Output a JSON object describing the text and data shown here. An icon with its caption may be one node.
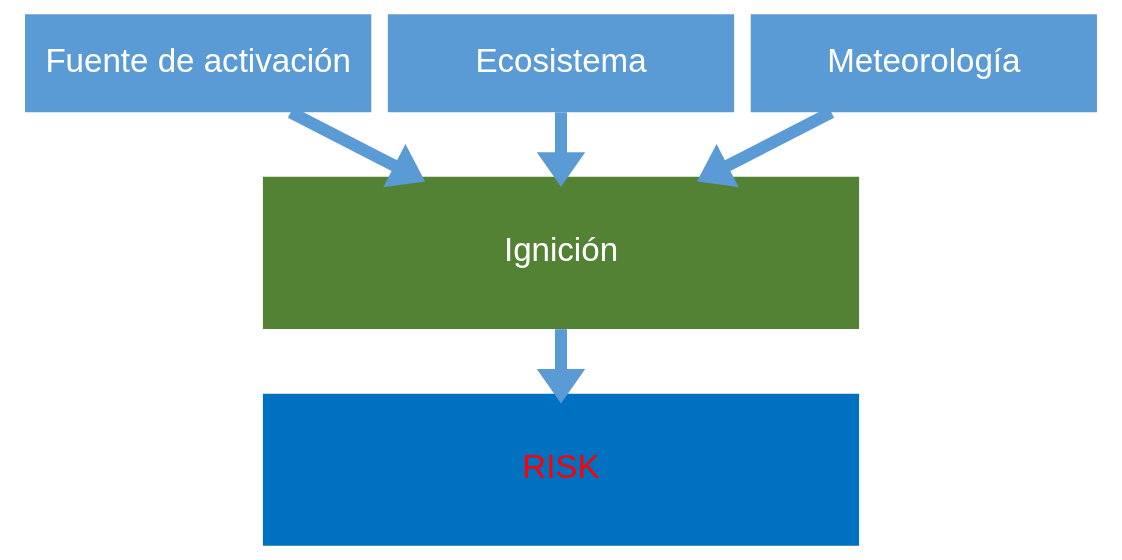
{
  "diagram": {
    "nodes": [
      {
        "text": [
          "Fuente de activación"
        ]
      },
      {
        "text": [
          "Ecosistema"
        ]
      },
      {
        "text": [
          "Meteorología"
        ]
      },
      {
        "text": [
          "Ignición"
        ]
      },
      {
        "text": [
          "RISK"
        ]
      }
    ],
    "edges": [
      {
        "from": 0,
        "to": 3,
        "arrow": "to"
      },
      {
        "from": 1,
        "to": 3,
        "arrow": "to"
      },
      {
        "from": 2,
        "to": 3,
        "arrow": "to"
      },
      {
        "from": 3,
        "to": 4,
        "arrow": "to"
      }
    ]
  }
}
